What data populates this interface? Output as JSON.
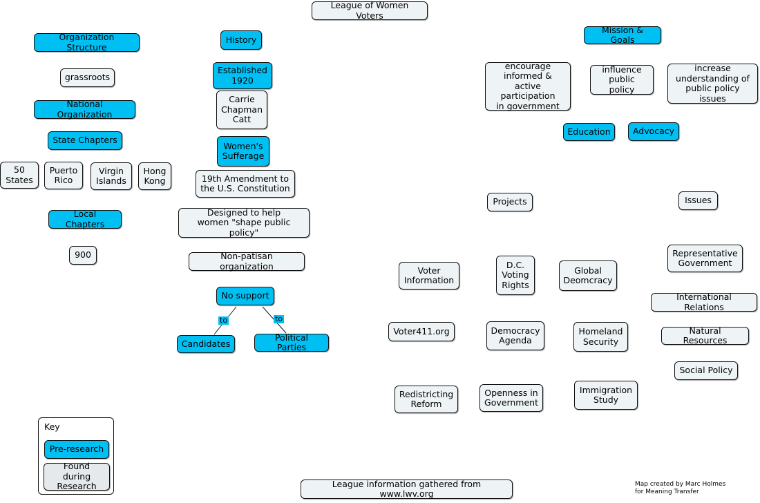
{
  "title": "League of Women Voters",
  "source": "League information gathered from www.lwv.org",
  "credit": "Map created by Marc Holmes\nfor Meaning Transfer",
  "colors": {
    "pre_research": "#00bff3",
    "found": "#eef3f6"
  },
  "structure": {
    "heading": "Organization Structure",
    "grassroots": "grassroots",
    "national": "National Organization",
    "state": "State Chapters",
    "states": "50\nStates",
    "puerto_rico": "Puerto\nRico",
    "virgin_islands": "Virgin\nIslands",
    "hong_kong": "Hong\nKong",
    "local": "Local Chapters",
    "count": "900"
  },
  "history": {
    "heading": "History",
    "established": "Established\n1920",
    "founder": "Carrie\nChapman\nCatt",
    "suffrage": "Women's\nSufferage",
    "amendment": "19th Amendment to\nthe U.S. Constitution",
    "designed": "Designed to help\nwomen \"shape public policy\"",
    "nonpartisan": "Non-patisan organization",
    "no_support": "No support",
    "to_label_1": "to",
    "to_label_2": "to",
    "candidates": "Candidates",
    "parties": "Political Parties"
  },
  "mission": {
    "heading": "Mission & Goals",
    "goal_1": "encourage\ninformed & active\nparticipation\nin government",
    "goal_2": "influence\npublic policy",
    "goal_3": "increase\nunderstanding of\npublic policy issues",
    "education": "Education",
    "advocacy": "Advocacy"
  },
  "projects": {
    "heading": "Projects",
    "voter_info": "Voter\nInformation",
    "dc_voting": "D.C.\nVoting\nRights",
    "global_democracy": "Global\nDeomcracy",
    "voter411": "Voter411.org",
    "democracy_agenda": "Democracy\nAgenda",
    "homeland": "Homeland\nSecurity",
    "redistricting": "Redistricting\nReform",
    "openness": "Openness in\nGovernment",
    "immigration": "Immigration\nStudy"
  },
  "issues": {
    "heading": "Issues",
    "representative": "Representative\nGovernment",
    "international": "International Relations",
    "natural": "Natural Resources",
    "social": "Social Policy"
  },
  "key": {
    "title": "Key",
    "pre_research": "Pre-research",
    "found": "Found during\nResearch"
  }
}
